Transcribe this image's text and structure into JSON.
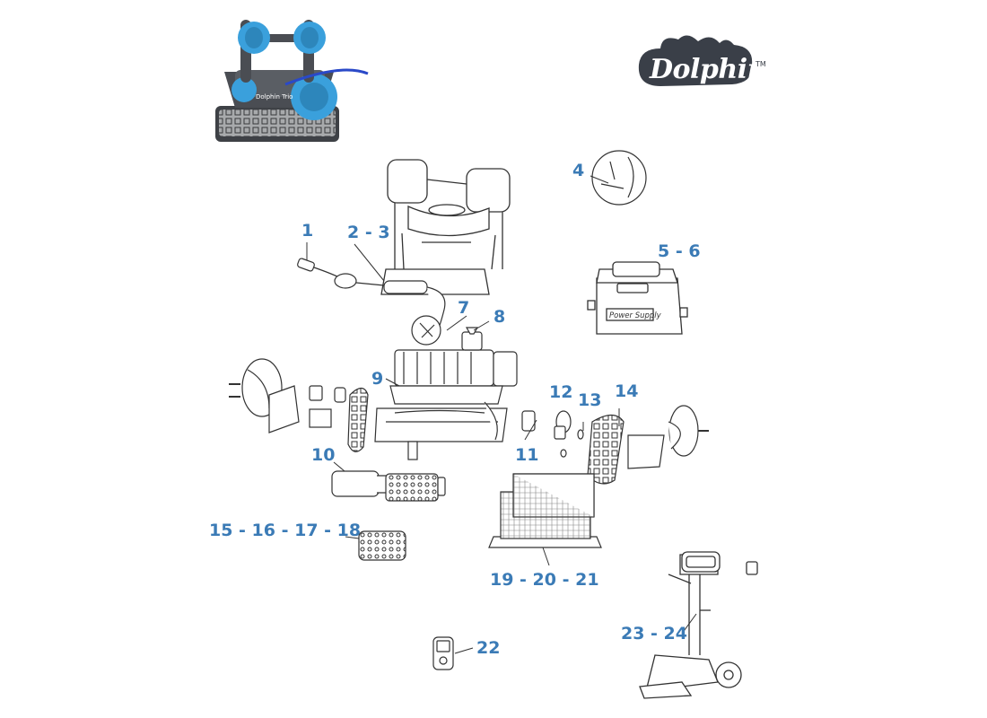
{
  "brand": {
    "name": "Dolphin",
    "tm": "TM",
    "color": "#3a3f48"
  },
  "product_label": "Dolphin Trio",
  "power_supply_label": "Power Supply",
  "callout_color": "#3b7bb6",
  "callouts": {
    "c1": "1",
    "c2": "2 - 3",
    "c4": "4",
    "c5": "5 - 6",
    "c7": "7",
    "c8": "8",
    "c9": "9",
    "c10": "10",
    "c11": "11",
    "c12": "12",
    "c13": "13",
    "c14": "14",
    "c15": "15 - 16 - 17 - 18",
    "c19": "19 - 20 - 21",
    "c22": "22",
    "c23": "23 - 24"
  }
}
